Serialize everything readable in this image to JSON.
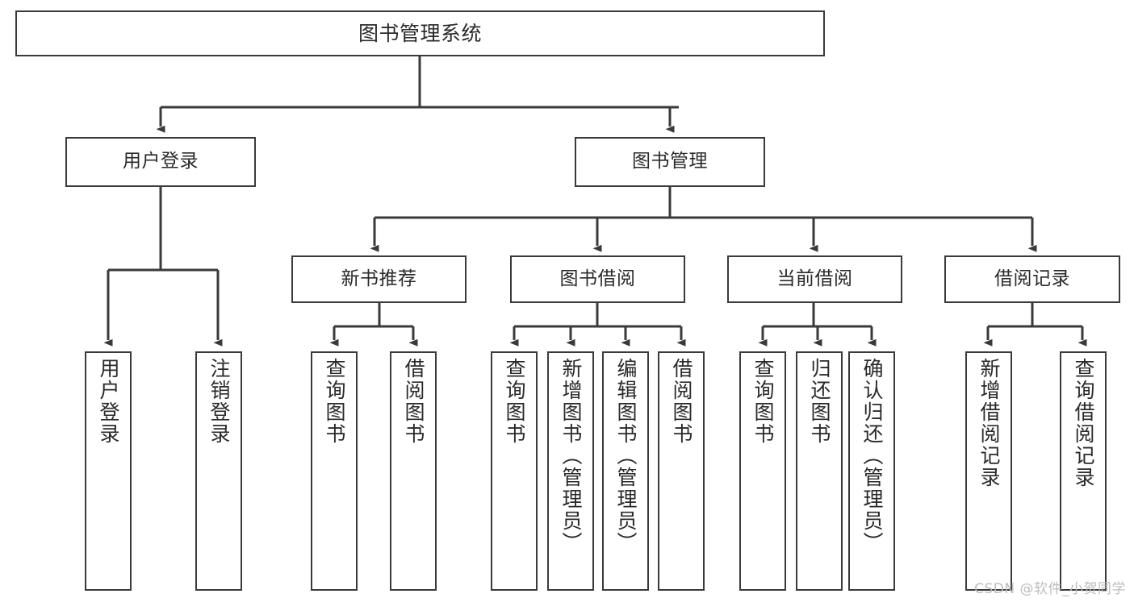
{
  "diagram": {
    "title": "图书管理系统",
    "type": "tree-hierarchy",
    "watermark": "CSDN @软件_小贺同学",
    "colors": {
      "box_border": "#3a3a3a",
      "box_fill": "#ffffff",
      "edge": "#3a3a3a",
      "text": "#2a2a2a",
      "watermark": "#bdbdbd",
      "background": "#ffffff"
    },
    "nodes": {
      "root": {
        "label": "图书管理系统"
      },
      "level1": [
        {
          "id": "user-login",
          "label": "用户登录"
        },
        {
          "id": "book-manage",
          "label": "图书管理"
        }
      ],
      "level2": [
        {
          "id": "new-book-recommend",
          "label": "新书推荐"
        },
        {
          "id": "book-borrow",
          "label": "图书借阅"
        },
        {
          "id": "current-borrow",
          "label": "当前借阅"
        },
        {
          "id": "borrow-record",
          "label": "借阅记录"
        }
      ],
      "leaves_user_login": [
        {
          "id": "user-login-leaf",
          "label": "用户登录"
        },
        {
          "id": "logout-leaf",
          "label": "注销登录"
        }
      ],
      "leaves_new_book_recommend": [
        {
          "id": "query-books-1",
          "label": "查询图书"
        },
        {
          "id": "borrow-books-1",
          "label": "借阅图书"
        }
      ],
      "leaves_book_borrow": [
        {
          "id": "query-books-2",
          "label": "查询图书"
        },
        {
          "id": "add-book-admin",
          "label": "新增图书（管理员）"
        },
        {
          "id": "edit-book-admin",
          "label": "编辑图书（管理员）"
        },
        {
          "id": "borrow-books-2",
          "label": "借阅图书"
        }
      ],
      "leaves_current_borrow": [
        {
          "id": "query-books-3",
          "label": "查询图书"
        },
        {
          "id": "return-books",
          "label": "归还图书"
        },
        {
          "id": "confirm-return-admin",
          "label": "确认归还（管理员）"
        }
      ],
      "leaves_borrow_record": [
        {
          "id": "add-borrow-record",
          "label": "新增借阅记录"
        },
        {
          "id": "query-borrow-record",
          "label": "查询借阅记录"
        }
      ]
    }
  }
}
